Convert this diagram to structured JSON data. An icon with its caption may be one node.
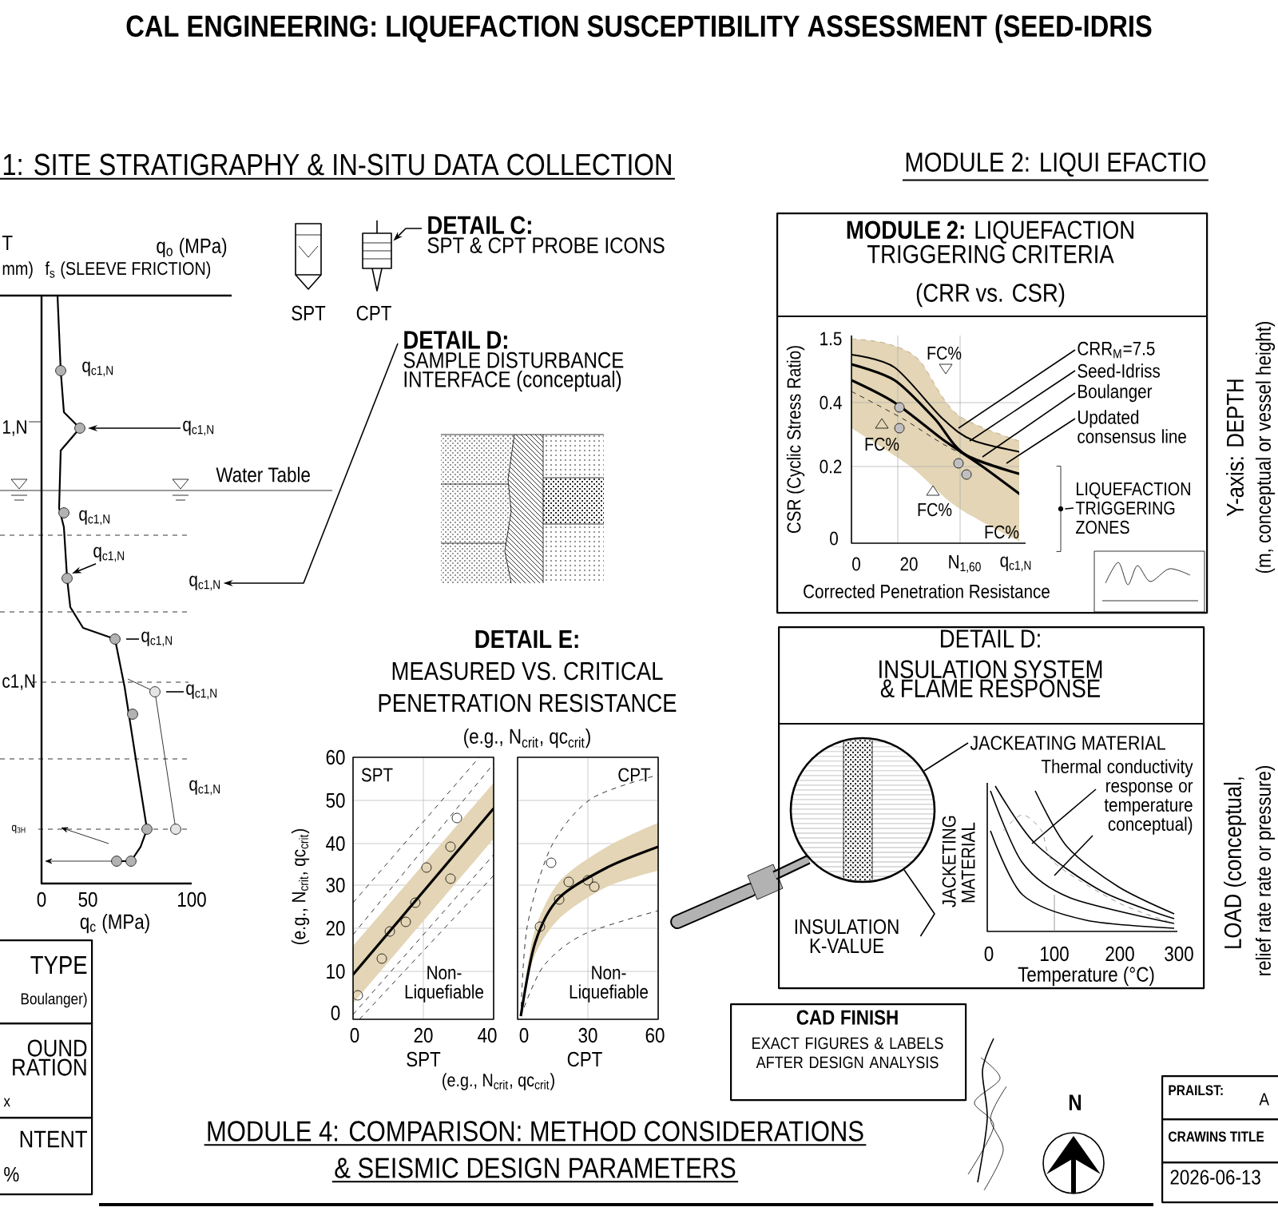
{
  "diagram": {
    "title": "CAL ENGINEERING: LIQUEFACTION SUSCEPTIBILITY ASSESSMENT (SEED-IDRIS",
    "nodes": [
      {
        "text": [
          "DETAIL C:",
          "SPT & CPT PROBE ICONS"
        ]
      },
      {
        "text": [],
        "shape": "picture"
      },
      {
        "text": [
          "DETAIL D:",
          "SAMPLE DISTURBANCE INTERFACE (conceptual)"
        ]
      },
      {
        "text": [
          "q$_{c1,N}$"
        ]
      },
      {
        "text": [
          "q$_{c1,N}$"
        ]
      },
      {
        "text": [
          "q$_{c1,N}$"
        ]
      },
      {
        "text": [
          "q$_{c1,N}$"
        ]
      },
      {
        "text": [
          "q$_{c1,N}$"
        ]
      },
      {
        "text": [
          "**MODULE 2:** LIQUEFACTION TRIGGERING CRITERIA",
          "(CRR vs. CSR)"
        ]
      },
      {
        "text": [
          "CRR$_{M}$=7.5"
        ],
        "in": 8
      },
      {
        "text": [
          "Seed-Idriss"
        ],
        "in": 8
      },
      {
        "text": [
          "Boulanger"
        ],
        "in": 8
      },
      {
        "text": [
          "Updated consensus line"
        ],
        "in": 8
      },
      {
        "text": [
          "LIQUEFACTION TRIGGERING ZONES"
        ],
        "in": 8
      },
      {
        "text": [
          "DETAIL D:",
          "INSULATION SYSTEM & FLAME RESPONSE"
        ]
      },
      {
        "text": [],
        "shape": "circle",
        "in": 14
      },
      {
        "text": [
          "JACKEATING MATERIAL"
        ],
        "in": 14
      },
      {
        "text": [
          "Thermal conductivity response or temperature conceptual)"
        ],
        "in": 14
      },
      {
        "text": [
          "INSULATION K-VALUE"
        ],
        "in": 14
      },
      {
        "text": [
          "CAD FINISH",
          "EXACT FIGURES & LABELS AFTER DESIGN ANALYSIS"
        ]
      },
      {
        "text": [
          "PRAILST:",
          "A"
        ]
      },
      {
        "text": [
          "CRAWINS TITLE"
        ]
      },
      {
        "text": [
          "2026-06-13"
        ]
      },
      {
        "text": [
          "TYPE",
          "Boulanger)"
        ]
      },
      {
        "text": [
          "OUND RATION",
          "x"
        ]
      },
      {
        "text": [
          "NTENT",
          "%"
        ]
      },
      {
        "text": [],
        "shape": "bracket",
        "in": 8
      }
    ],
    "edges": [
      {
        "from": 0,
        "to": 1,
        "arrow": "to"
      },
      {
        "from": 2,
        "to": 3,
        "arrow": "to"
      },
      {
        "from": 4,
        "to": null,
        "arrow": "to"
      },
      {
        "from": 5,
        "to": null,
        "arrow": "to"
      },
      {
        "from": 6,
        "to": null,
        "arrow": "none"
      },
      {
        "from": 7,
        "to": null,
        "arrow": "none"
      },
      {
        "from": 9,
        "to": null,
        "arrow": "none"
      },
      {
        "from": 10,
        "to": null,
        "arrow": "none"
      },
      {
        "from": 11,
        "to": null,
        "arrow": "none"
      },
      {
        "from": 12,
        "to": null,
        "arrow": "none"
      },
      {
        "from": 16,
        "to": 15,
        "arrow": "none"
      },
      {
        "from": 17,
        "to": null,
        "arrow": "none"
      },
      {
        "from": 17,
        "to": null,
        "arrow": "none"
      },
      {
        "from": 18,
        "to": 15,
        "arrow": "none"
      },
      {
        "from": 13,
        "to": 26,
        "arrow": "none"
      }
    ],
    "labels": [
      "1: SITE STRATIGRAPHY & IN-SITU DATA COLLECTION",
      "MODULE 2: LIQUI EFACTIO",
      "T",
      "q$_{o}$ (MPa)",
      "mm)",
      "f$_{s}$ (SLEEVE FRICTION)",
      "SPT",
      "CPT",
      "q$_{c1,N}$",
      "1,N",
      "Water Table",
      "q$_{c1,N}$",
      "c1,N",
      "q$_{c1,N}$",
      "q$_{3H}$",
      "0",
      "50",
      "100",
      "q$_{c}$ (MPa)",
      "1.5",
      "FC%",
      "0.4",
      "FC%",
      "0.2",
      "FC%",
      "FC%",
      "0",
      "0",
      "20",
      "N$_{1,60}$",
      "q$_{c1,N}$",
      "Corrected Penetration Resistance",
      "CSR (Cyclic Stress Ratio)",
      "Y-axis: DEPTH",
      "(m, conceptual or vessel height)",
      "DETAIL E:",
      "MEASURED VS. CRITICAL",
      "PENETRATION RESISTANCE",
      "(e.g., N$_{crit}$, qc$_{crit}$)",
      "60",
      "50",
      "40",
      "30",
      "20",
      "10",
      "0",
      "(e.g., N$_{crit}$, qc$_{crit}$)",
      "SPT",
      "CPT",
      "Non- Liquefiable",
      "Non- Liquefiable",
      "0",
      "20",
      "40",
      "0",
      "30",
      "60",
      "SPT",
      "CPT",
      "(e.g., N$_{crit}$, qc$_{crit}$)",
      "JACKETING MATERIAL",
      "0",
      "100",
      "200",
      "300",
      "Temperature (°C)",
      "LOAD (conceptual,",
      "relief rate rate or pressure)",
      "MODULE 4: COMPARISON: METHOD CONSIDERATIONS",
      "& SEISMIC DESIGN PARAMETERS",
      "N"
    ]
  }
}
